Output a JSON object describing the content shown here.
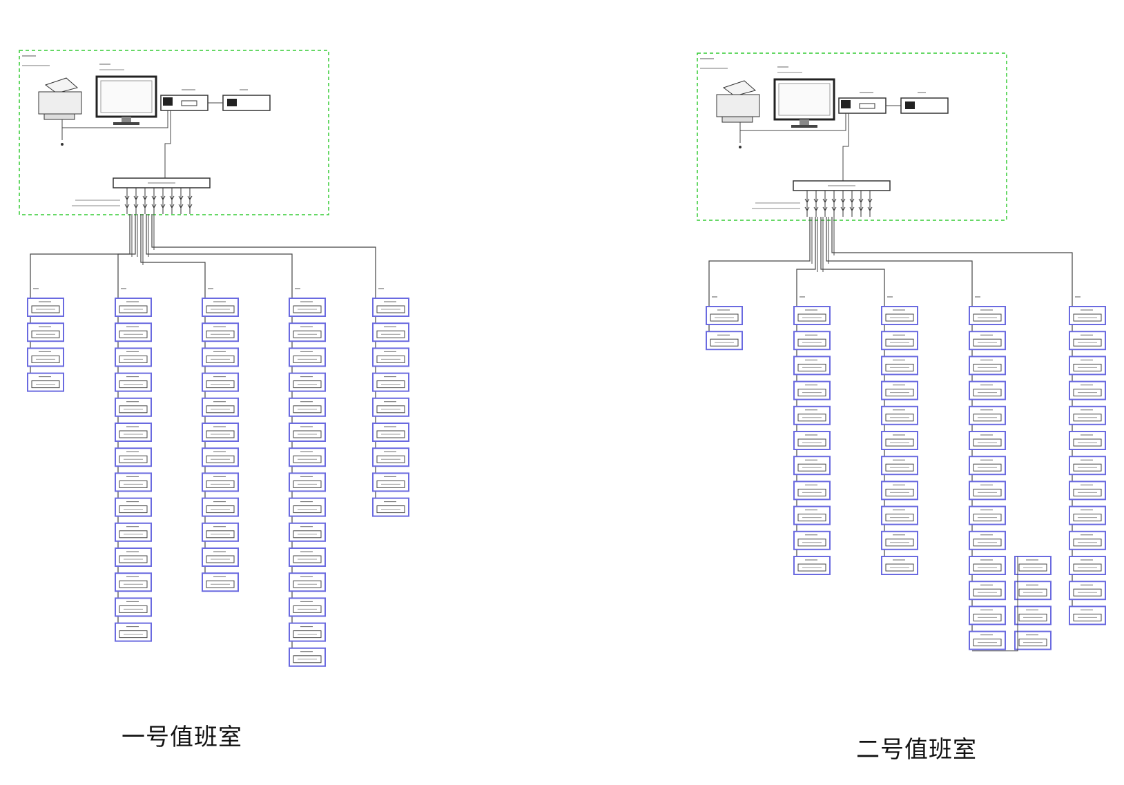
{
  "rooms": [
    {
      "label": "一号值班室",
      "columns": [
        {
          "devices": 4,
          "kind": "node"
        },
        {
          "devices": 14,
          "kind": "meter"
        },
        {
          "devices": 12,
          "kind": "meter"
        },
        {
          "devices": 15,
          "kind": "meter"
        },
        {
          "devices": 9,
          "kind": "meter"
        }
      ]
    },
    {
      "label": "二号值班室",
      "columns": [
        {
          "devices": 2,
          "kind": "node"
        },
        {
          "devices": 11,
          "kind": "meter"
        },
        {
          "devices": 11,
          "kind": "meter"
        },
        {
          "devices": 14,
          "kind": "meter",
          "overflow": 4
        },
        {
          "devices": 13,
          "kind": "meter"
        }
      ]
    }
  ],
  "colors": {
    "frame": "#33cc33",
    "device": "#6a6ae0",
    "line": "#444444"
  },
  "icons": [
    "printer-icon",
    "monitor-icon",
    "host-icon",
    "ups-icon",
    "switch-icon"
  ]
}
